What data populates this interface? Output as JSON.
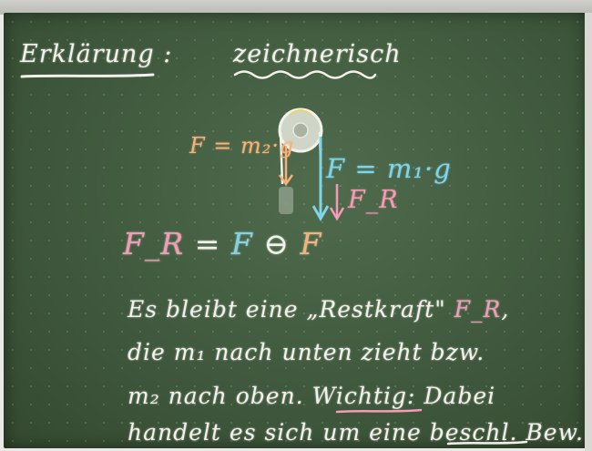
{
  "heading": "Erklärung :",
  "subheading": "zeichnerisch",
  "forces": {
    "left_label": "F = m₂·g",
    "right_label": "F = m₁·g",
    "friction_label": "F_R"
  },
  "equation": {
    "lhs": "F_R",
    "equals": "=",
    "term1": "F",
    "operator": "⊖",
    "term2": "F"
  },
  "text": {
    "line1_a": "Es bleibt eine „Restkraft\"",
    "line1_fr": "F_R",
    "line1_b": ",",
    "line2": "die  m₁  nach unten zieht bzw.",
    "line3_a": "m₂ nach oben.",
    "line3_b": "Wichtig:",
    "line3_c": "Dabei",
    "line4_a": "handelt es sich um eine",
    "line4_b": "beschl.",
    "line4_c": "Bew."
  },
  "colors": {
    "board": "#40593e",
    "chalk_white": "#f2f2ea",
    "chalk_orange": "#f6b27a",
    "chalk_cyan": "#7fd4ea",
    "chalk_pink": "#f79ab6"
  },
  "icons": [
    "pulley-icon",
    "arrow-down-icon"
  ]
}
